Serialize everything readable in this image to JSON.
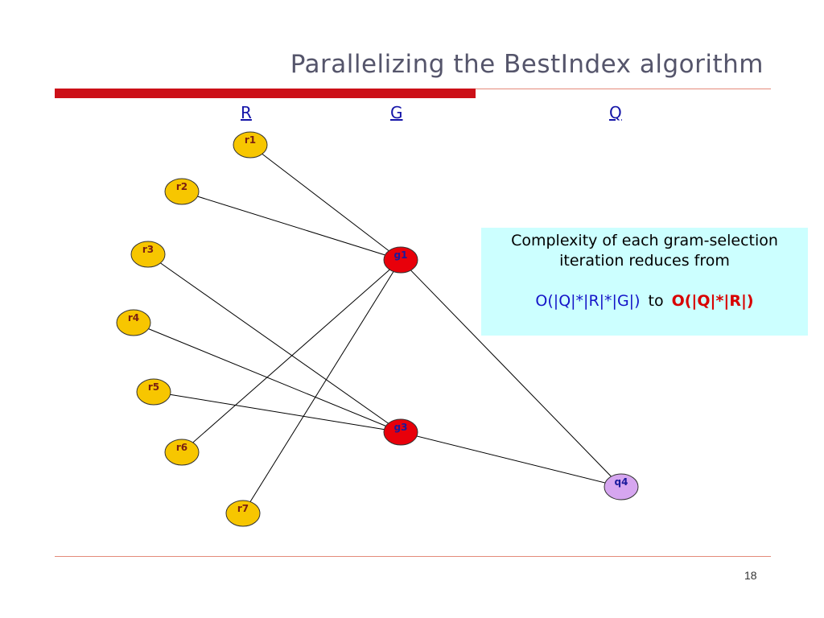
{
  "slide": {
    "title": "Parallelizing the BestIndex algorithm",
    "page_number": "18"
  },
  "columns": {
    "r_label": "R",
    "g_label": "G",
    "q_label": "Q"
  },
  "graph": {
    "nodes": [
      {
        "id": "r1",
        "label": "r1",
        "kind": "r"
      },
      {
        "id": "r2",
        "label": "r2",
        "kind": "r"
      },
      {
        "id": "r3",
        "label": "r3",
        "kind": "r"
      },
      {
        "id": "r4",
        "label": "r4",
        "kind": "r"
      },
      {
        "id": "r5",
        "label": "r5",
        "kind": "r"
      },
      {
        "id": "r6",
        "label": "r6",
        "kind": "r"
      },
      {
        "id": "r7",
        "label": "r7",
        "kind": "r"
      },
      {
        "id": "g1",
        "label": "g1",
        "kind": "g"
      },
      {
        "id": "g3",
        "label": "g3",
        "kind": "g"
      },
      {
        "id": "q4",
        "label": "q4",
        "kind": "q"
      }
    ],
    "edges": [
      [
        "r1",
        "g1"
      ],
      [
        "r2",
        "g1"
      ],
      [
        "r6",
        "g1"
      ],
      [
        "r7",
        "g1"
      ],
      [
        "r3",
        "g3"
      ],
      [
        "r4",
        "g3"
      ],
      [
        "r5",
        "g3"
      ],
      [
        "g1",
        "q4"
      ],
      [
        "g3",
        "q4"
      ]
    ],
    "colors": {
      "r_fill": "#f7c600",
      "r_text": "#7a1f12",
      "g_fill": "#e8000a",
      "g_text": "#1a1a9c",
      "q_fill": "#d6a6f0",
      "q_text": "#1a1a9c",
      "edge": "#000000"
    }
  },
  "info_box": {
    "text": "Complexity of each gram-selection iteration reduces from",
    "from_expr": "O(|Q|*|R|*|G|)",
    "to_word": "to",
    "to_expr": "O(|Q|*|R|)",
    "background": "#ccffff"
  },
  "theme": {
    "title_bar_red": "#cc1018",
    "rule_color": "#e48a7a",
    "heading_blue": "#1414a8"
  }
}
